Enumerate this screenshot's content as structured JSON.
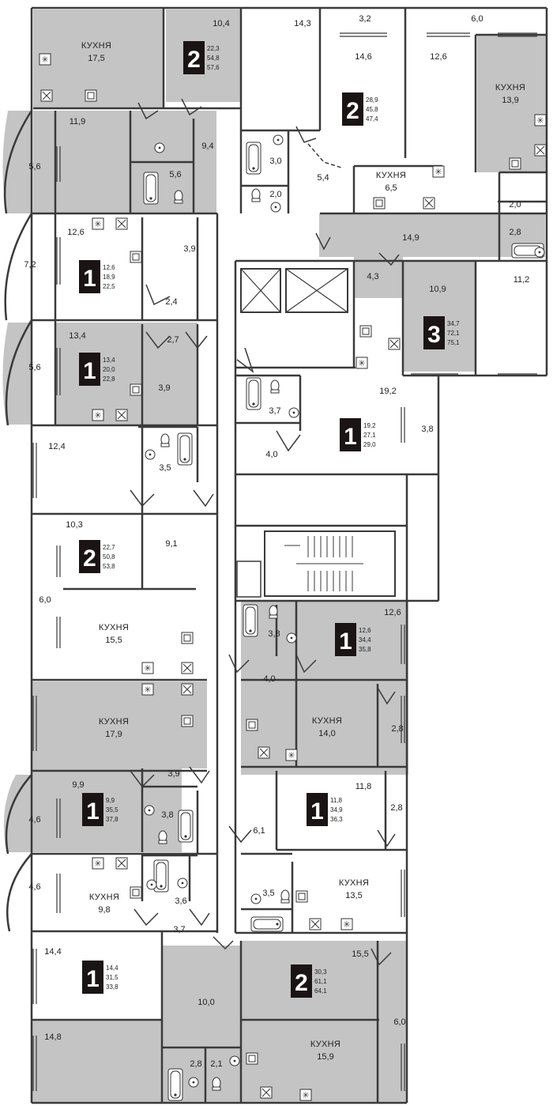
{
  "plan": {
    "kitchen_word": "КУХНЯ",
    "colors": {
      "shade": "#c4c4c4",
      "wall": "#3a3a3a",
      "badge": "#1b1414",
      "paper": "#ffffff"
    },
    "apartments": [
      {
        "rooms": "2",
        "stats": [
          "22,3",
          "54,8",
          "57,6"
        ]
      },
      {
        "rooms": "2",
        "stats": [
          "28,9",
          "45,8",
          "47,4"
        ]
      },
      {
        "rooms": "1",
        "stats": [
          "12,6",
          "18,9",
          "22,5"
        ]
      },
      {
        "rooms": "3",
        "stats": [
          "34,7",
          "72,1",
          "75,1"
        ]
      },
      {
        "rooms": "1",
        "stats": [
          "13,4",
          "20,0",
          "22,8"
        ]
      },
      {
        "rooms": "1",
        "stats": [
          "19,2",
          "27,1",
          "29,0"
        ]
      },
      {
        "rooms": "2",
        "stats": [
          "22,7",
          "50,8",
          "53,8"
        ]
      },
      {
        "rooms": "1",
        "stats": [
          "12,6",
          "34,4",
          "35,8"
        ]
      },
      {
        "rooms": "1",
        "stats": [
          "9,9",
          "35,5",
          "37,8"
        ]
      },
      {
        "rooms": "1",
        "stats": [
          "11,8",
          "34,9",
          "36,3"
        ]
      },
      {
        "rooms": "1",
        "stats": [
          "14,4",
          "31,5",
          "33,8"
        ]
      },
      {
        "rooms": "2",
        "stats": [
          "30,3",
          "61,1",
          "64,1"
        ]
      }
    ],
    "kitchens": [
      "17,5",
      "13,9",
      "6,5",
      "15,5",
      "14,0",
      "17,9",
      "13,5",
      "9,8",
      "15,9"
    ],
    "areas": [
      "10,4",
      "14,3",
      "3,2",
      "6,0",
      "14,6",
      "12,6",
      "11,9",
      "9,4",
      "5,6",
      "3,0",
      "5,4",
      "2,0",
      "5,6",
      "2,0",
      "2,8",
      "12,6",
      "3,9",
      "7,2",
      "14,9",
      "2,4",
      "4,3",
      "10,9",
      "11,2",
      "13,4",
      "2,7",
      "5,6",
      "3,9",
      "19,2",
      "3,7",
      "3,8",
      "4,0",
      "12,4",
      "3,5",
      "10,3",
      "9,1",
      "6,0",
      "12,6",
      "3,8",
      "4,0",
      "2,8",
      "3,9",
      "9,9",
      "11,8",
      "4,6",
      "3,8",
      "2,8",
      "6,1",
      "4,6",
      "3,5",
      "3,6",
      "3,7",
      "14,4",
      "15,5",
      "10,0",
      "6,0",
      "14,8",
      "2,8",
      "2,1"
    ]
  }
}
